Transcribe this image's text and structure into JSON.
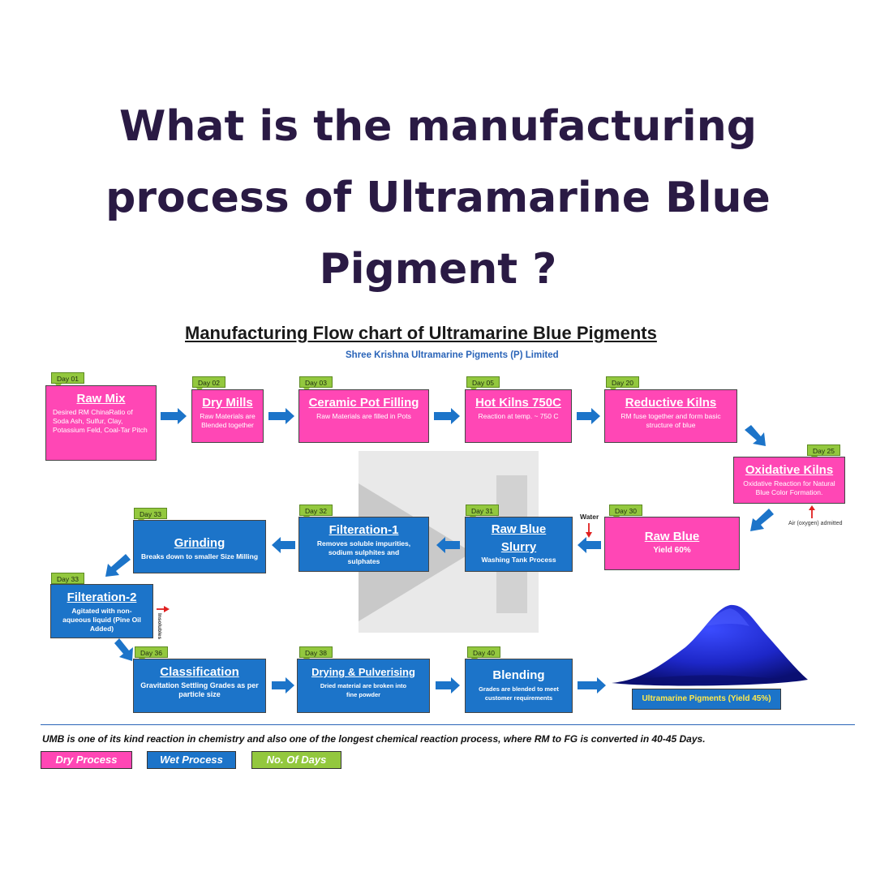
{
  "title": "What is the manufacturing process of Ultramarine Blue Pigment ?",
  "chart": {
    "title": "Manufacturing Flow chart of Ultramarine Blue Pigments",
    "company": "Shree Krishna Ultramarine Pigments (P) Limited"
  },
  "steps": {
    "raw_mix": {
      "day": "Day 01",
      "name": "Raw Mix",
      "desc": "Desired RM ChinaRatio of Soda Ash, Sulfur, Clay, Potassium Feld, Coal-Tar Pitch",
      "process": "dry"
    },
    "dry_mills": {
      "day": "Day 02",
      "name": "Dry Mills",
      "desc": "Raw Materials are Blended together",
      "process": "dry"
    },
    "ceramic_pot": {
      "day": "Day 03",
      "name": "Ceramic Pot Filling",
      "desc": "Raw Materials are filled in Pots",
      "process": "dry"
    },
    "hot_kilns": {
      "day": "Day 05",
      "name": "Hot Kilns 750C",
      "desc": "Reaction at temp. ~ 750 C",
      "process": "dry"
    },
    "reductive_kilns": {
      "day": "Day 20",
      "name": "Reductive Kilns",
      "desc": "RM fuse together and form basic structure of blue",
      "process": "dry"
    },
    "oxidative_kilns": {
      "day": "Day 25",
      "name": "Oxidative Kilns",
      "desc": "Oxidative Reaction for Natural Blue Color Formation.",
      "process": "dry"
    },
    "raw_blue": {
      "day": "Day 30",
      "name": "Raw Blue",
      "desc": "Yield 60%",
      "process": "dry"
    },
    "raw_blue_slurry": {
      "day": "Day 31",
      "name": "Raw Blue Slurry",
      "desc": "Washing Tank Process",
      "process": "wet"
    },
    "filteration_1": {
      "day": "Day 32",
      "name": "Filteration-1",
      "desc": "Removes soluble impurities, sodium sulphites and sulphates",
      "process": "wet"
    },
    "grinding": {
      "day": "Day 33",
      "name": "Grinding",
      "desc": "Breaks down to smaller Size Milling",
      "process": "wet"
    },
    "filteration_2": {
      "day": "Day 33",
      "name": "Filteration-2",
      "desc": "Agitated with non-aqueous liquid (Pine Oil Added)",
      "process": "wet"
    },
    "classification": {
      "day": "Day 36",
      "name": "Classification",
      "desc": "Gravitation Settling Grades as per particle size",
      "process": "wet"
    },
    "drying": {
      "day": "Day 38",
      "name": "Drying & Pulverising",
      "desc": "Dried material are broken into fine powder",
      "process": "wet"
    },
    "blending": {
      "day": "Day 40",
      "name": "Blending",
      "desc": "Grades are blended to meet customer requirements",
      "process": "wet"
    }
  },
  "notes": {
    "air": "Air (oxygen) admitted",
    "water": "Water",
    "insolubles": "Insolubles"
  },
  "product": "Ultramarine Pigments (Yield 45%)",
  "footnote": "UMB is one of its kind reaction in chemistry and also one of the longest chemical reaction process, where RM to FG is converted in 40-45 Days.",
  "legend": {
    "dry": "Dry Process",
    "wet": "Wet Process",
    "days": "No. Of Days"
  },
  "colors": {
    "title": "#2a1a44",
    "dry": "#ff47b5",
    "wet": "#1c74c9",
    "days": "#93c83e",
    "arrow": "#1c74c9",
    "product_text": "#ffe94a"
  }
}
